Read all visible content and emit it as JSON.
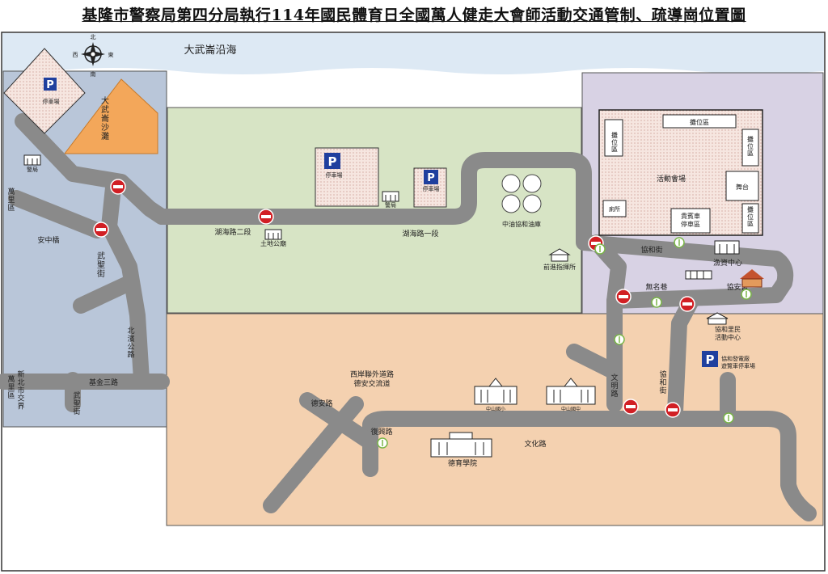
{
  "title": "基隆市警察局第四分局執行114年國民體育日全國萬人健走大會師活動交通管制、疏導崗位置圖",
  "colors": {
    "road": "#8a8a8a",
    "zone_blue": "#b9c6d9",
    "zone_green": "#d7e4c5",
    "zone_purple": "#d8d2e4",
    "zone_peach": "#f4d1b0",
    "sea": "#dde9f4",
    "beach": "#f3a75a",
    "no_entry": "#d11f24",
    "guide_post": "#7ab648",
    "parking_sign": "#1f3f9e"
  },
  "compass": {
    "north": "北",
    "south": "南",
    "east": "東",
    "west": "西"
  },
  "sea_label": "大武崙沿海",
  "zones": {
    "west": {
      "district_top": "萬里區",
      "district_bottom": "萬里區",
      "border": "新北市交界"
    },
    "beach": "大武崙沙灘"
  },
  "parking": [
    {
      "label": "停車場",
      "glyph": "P"
    },
    {
      "label": "停車場",
      "glyph": "P"
    },
    {
      "label": "停車場",
      "glyph": "P"
    },
    {
      "label": "協和發電廠\n遊覽車停車場",
      "glyph": "P"
    }
  ],
  "roads": {
    "hubin_2": "湖海路二段",
    "hubin_1": "湖海路一段",
    "anzhong_bridge": "安中橋",
    "wusheng_st_north": "武聖街",
    "wusheng_st_south": "武聖街",
    "beining_rd": "北濱公路",
    "jijin_3": "基金三路",
    "xiehe_st_north": "協和街",
    "xiehe_st_south": "協和街",
    "wuming_lane": "無名巷",
    "wenming_rd": "文明路",
    "wenhua_rd": "文化路",
    "dean_rd": "德安路",
    "fuxing_rd": "復興路",
    "west_coast_outer": "西岸聯外道路\n德安交流道"
  },
  "places": {
    "police_left": "警局",
    "police_mid": "警局",
    "temple": "土地公廟",
    "oil_depot": "中油協和油庫",
    "command_post": "前進指揮所",
    "venue": "活動會場",
    "booth_top": "攤位區",
    "booth_left": "攤位區",
    "booth_right_top": "攤位區",
    "booth_right_bottom": "攤位區",
    "stage": "舞台",
    "toilet": "廁所",
    "vip_parking": "貴賓車\n停車區",
    "fishing_center": "漁資中心",
    "xiean_temple": "協安宮",
    "xiehe_activity": "協和里民\n活動中心",
    "school_1": "中山國小",
    "school_2": "中山國中",
    "deyu": "德育學院"
  },
  "markers": {
    "no_entry_count": 8,
    "guide_post_count": 7
  }
}
